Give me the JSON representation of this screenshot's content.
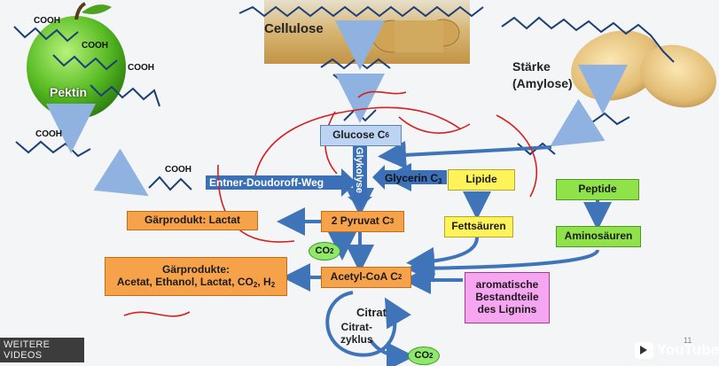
{
  "sources": {
    "cellulose": "Cellulose",
    "pektin": "Pektin",
    "staerke_line1": "Stärke",
    "staerke_line2": "(Amylose)"
  },
  "cooh": {
    "label": "COOH"
  },
  "nodes": {
    "glucose": "Glucose C",
    "glucose_sub": "6",
    "glykolyse": "Glykolyse",
    "entner": "Entner-Doudoroff-Weg",
    "glycerin": "Glycerin C",
    "glycerin_sub": "3",
    "lipide": "Lipide",
    "peptide": "Peptide",
    "fettsaeuren": "Fettsäuren",
    "aminosaeuren": "Aminosäuren",
    "lactat": "Gärprodukt: Lactat",
    "pyruvat": "2 Pyruvat C",
    "pyruvat_sub": "3",
    "co2": "CO",
    "co2_sub": "2",
    "acetyl": "Acetyl-CoA C",
    "acetyl_sub": "2",
    "gaer_line1": "Gärprodukte:",
    "gaer_line2": "Acetat, Ethanol, Lactat, CO",
    "gaer_sub": "2",
    "gaer_tail": ", H",
    "gaer_sub2": "2",
    "arom_line1": "aromatische",
    "arom_line2": "Bestandteile",
    "arom_line3": "des Lignins",
    "citrat": "Citrat",
    "citrat_line1": "Citrat-",
    "citrat_line2": "zyklus"
  },
  "video": {
    "more_videos": "WEITERE VIDEOS",
    "logo": "YouTube",
    "page_number": "11"
  },
  "colors": {
    "arrow_blue": "#3f74b9",
    "band_blue": "#3b6fb6",
    "orange": "#f6a24a",
    "yellow": "#fff35a",
    "green": "#8fe24a",
    "pink": "#f6a6f0",
    "annotation_red": "#d62020"
  }
}
